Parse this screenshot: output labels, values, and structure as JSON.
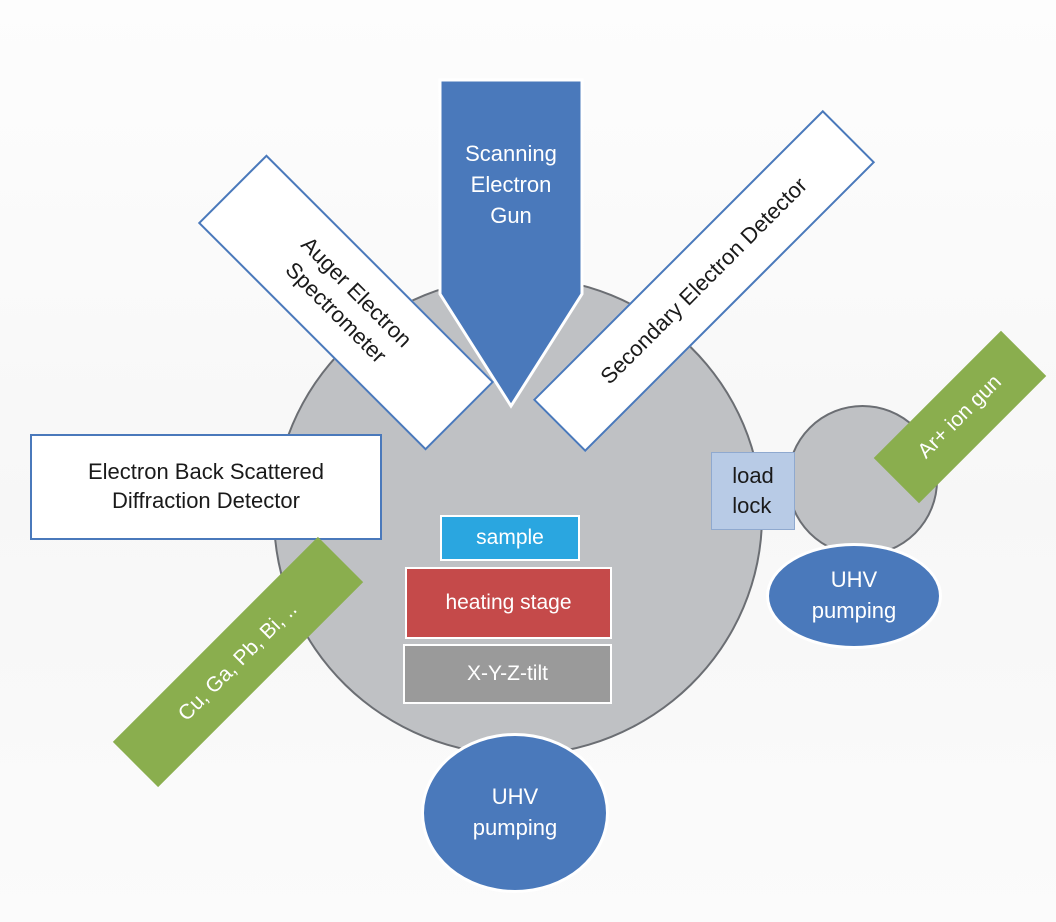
{
  "diagram": {
    "electron_gun": {
      "label": "Scanning\nElectron\nGun",
      "color": "#4a79bb"
    },
    "auger_spectrometer": {
      "label": "Auger Electron\nSpectrometer"
    },
    "secondary_detector": {
      "label": "Secondary Electron Detector"
    },
    "ebsd_detector": {
      "label": "Electron Back Scattered\nDiffraction Detector"
    },
    "ar_ion_gun": {
      "label": "Ar+ ion gun",
      "color": "#8aae4e"
    },
    "evaporator": {
      "label": "Cu, Ga, Pb, Bi, ..",
      "color": "#8aae4e"
    },
    "load_lock": {
      "label": "load\nlock",
      "color": "#b8cbe6"
    },
    "sample": {
      "label": "sample",
      "color": "#2aa6e0"
    },
    "heating_stage": {
      "label": "heating stage",
      "color": "#c54a4a"
    },
    "manipulator": {
      "label": "X-Y-Z-tilt",
      "color": "#9a9a9a"
    },
    "main_pump": {
      "label": "UHV\npumping",
      "color": "#4a79bb"
    },
    "loadlock_pump": {
      "label": "UHV\npumping",
      "color": "#4a79bb"
    },
    "chamber": {
      "color": "#bfc1c4"
    }
  }
}
